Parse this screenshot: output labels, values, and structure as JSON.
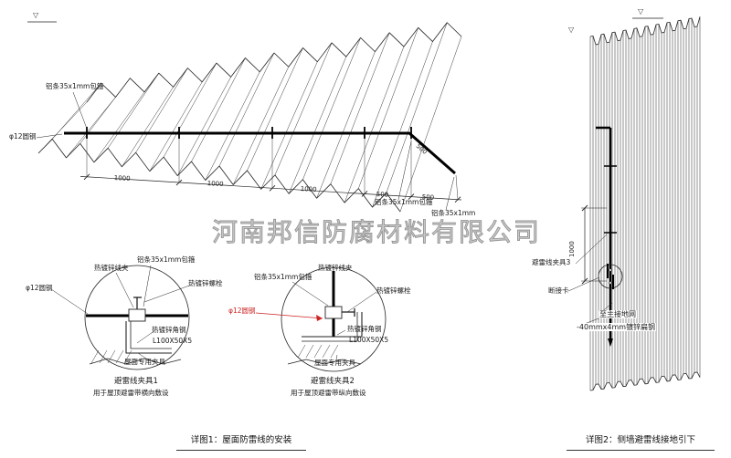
{
  "watermark": "河南邦信防腐材料有限公司",
  "symbols": {
    "elevation": "▽"
  },
  "colors": {
    "line": "#222222",
    "wire": "#000000",
    "red_label": "#cc2222",
    "watermark": "#c9c9c9"
  },
  "roof": {
    "label_strip_tl": "铝条35x1mm包箍",
    "label_rod": "φ12圆钢",
    "label_strip_right": "铝条35x1mm包箍",
    "label_strip_right2": "铝条35x1mm",
    "dim_1000_1": "1000",
    "dim_1000_2": "1000",
    "dim_1000_3": "1000",
    "dim_500_1": "500",
    "dim_500_2": "500",
    "dim_500_bend": "500"
  },
  "detail1": {
    "label_wire_clip": "热镀锌线夹",
    "label_strip": "铝条35x1mm包箍",
    "label_bolt": "热镀锌螺栓",
    "label_rod": "φ12圆钢",
    "label_angle": "热镀锌角钢",
    "label_angle_size": "L100X50X5",
    "label_clamp": "屋面专用夹具",
    "title": "避雷线夹具1",
    "subtitle": "用于屋顶避雷带横向敷设"
  },
  "detail2": {
    "label_strip": "铝条35x1mm包箍",
    "label_wire_clip": "热镀锌线夹",
    "label_bolt": "热镀锌螺栓",
    "label_rod": "φ12圆钢",
    "label_angle": "热镀锌角钢",
    "label_angle_size": "L100X50X5",
    "label_clamp": "屋面专用夹具",
    "title": "避雷线夹具2",
    "subtitle": "用于屋顶避雷带纵向敷设"
  },
  "caption1": "详图1：屋面防雷线的安装",
  "wall": {
    "dim_1000": "1000",
    "label_clamp3": "避雷线夹具3",
    "label_disconnect": "断接卡",
    "label_to_ground": "至主接地网",
    "label_flat_steel": "-40mmx4mm镀锌扁钢"
  },
  "caption2": "详图2：侧墙避雷线接地引下"
}
